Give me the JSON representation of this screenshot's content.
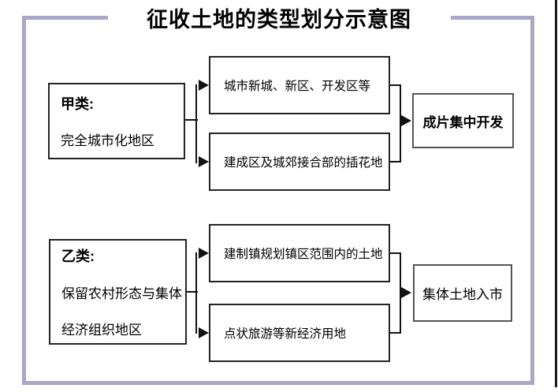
{
  "page": {
    "title": "征收土地的类型划分示意图"
  },
  "flowchart": {
    "groups": [
      {
        "source": {
          "heading": "甲类:",
          "body_lines": [
            "完全城市化地区"
          ]
        },
        "branches": [
          {
            "label": "城市新城、新区、开发区等"
          },
          {
            "label": "建成区及城郊接合部的插花地"
          }
        ],
        "result": {
          "label": "成片集中开发"
        }
      },
      {
        "source": {
          "heading": "乙类:",
          "body_lines": [
            "保留农村形态与集体",
            "经济组织地区"
          ]
        },
        "branches": [
          {
            "label": "建制镇规划镇区范围内的土地"
          },
          {
            "label": "点状旅游等新经济用地"
          }
        ],
        "result": {
          "label": "集体土地入市"
        }
      }
    ]
  },
  "colors": {
    "frame_border": "#a9a8c6",
    "box_border": "#242424",
    "result_box_border": "#555555",
    "connector_line": "#111111",
    "title_text": "#000000",
    "background": "#ffffff"
  }
}
